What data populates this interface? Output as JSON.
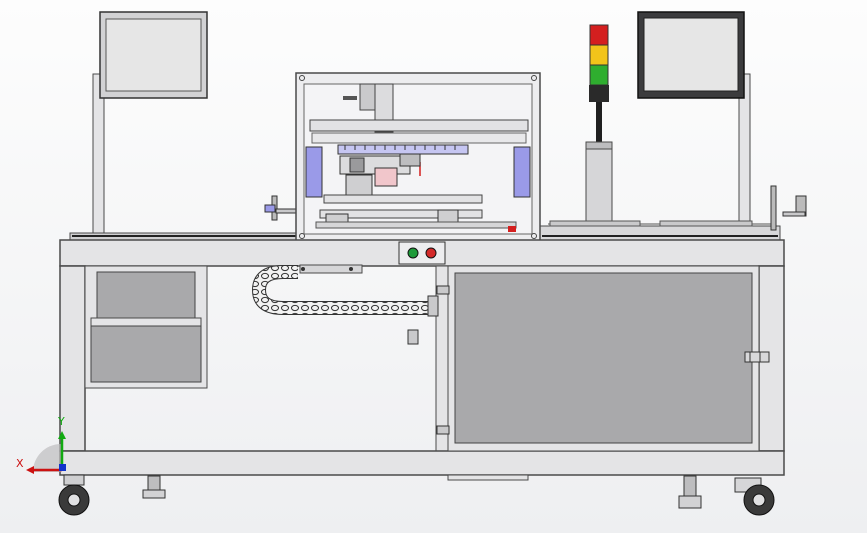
{
  "viewport": {
    "background_top": "#fdfdfd",
    "background_bottom": "#eeeff1"
  },
  "colors": {
    "frame_fill": "#e4e4e6",
    "frame_stroke": "#4a4a4a",
    "panel_fill": "#a9a9ab",
    "monitor_screen": "#e6e6e6",
    "bracket_blue": "#9a9ae8",
    "signal_red": "#d41f1f",
    "signal_yellow": "#f2c41a",
    "signal_green": "#2fae2f",
    "button_green": "#1f9a3a",
    "button_red": "#d42a2a",
    "axis_x": "#cc1111",
    "axis_y": "#11aa11",
    "axis_z": "#1133cc"
  },
  "triad": {
    "x_label": "X",
    "y_label": "Y"
  },
  "components": {
    "left_monitor": "monitor",
    "right_monitor": "monitor",
    "signal_tower": "stack-light",
    "control_buttons": [
      "start-button",
      "stop-button"
    ],
    "cable_chain": "drag-chain",
    "wheels": [
      "caster-left",
      "caster-right"
    ],
    "feet": [
      "leveling-foot-left",
      "leveling-foot-right"
    ]
  }
}
